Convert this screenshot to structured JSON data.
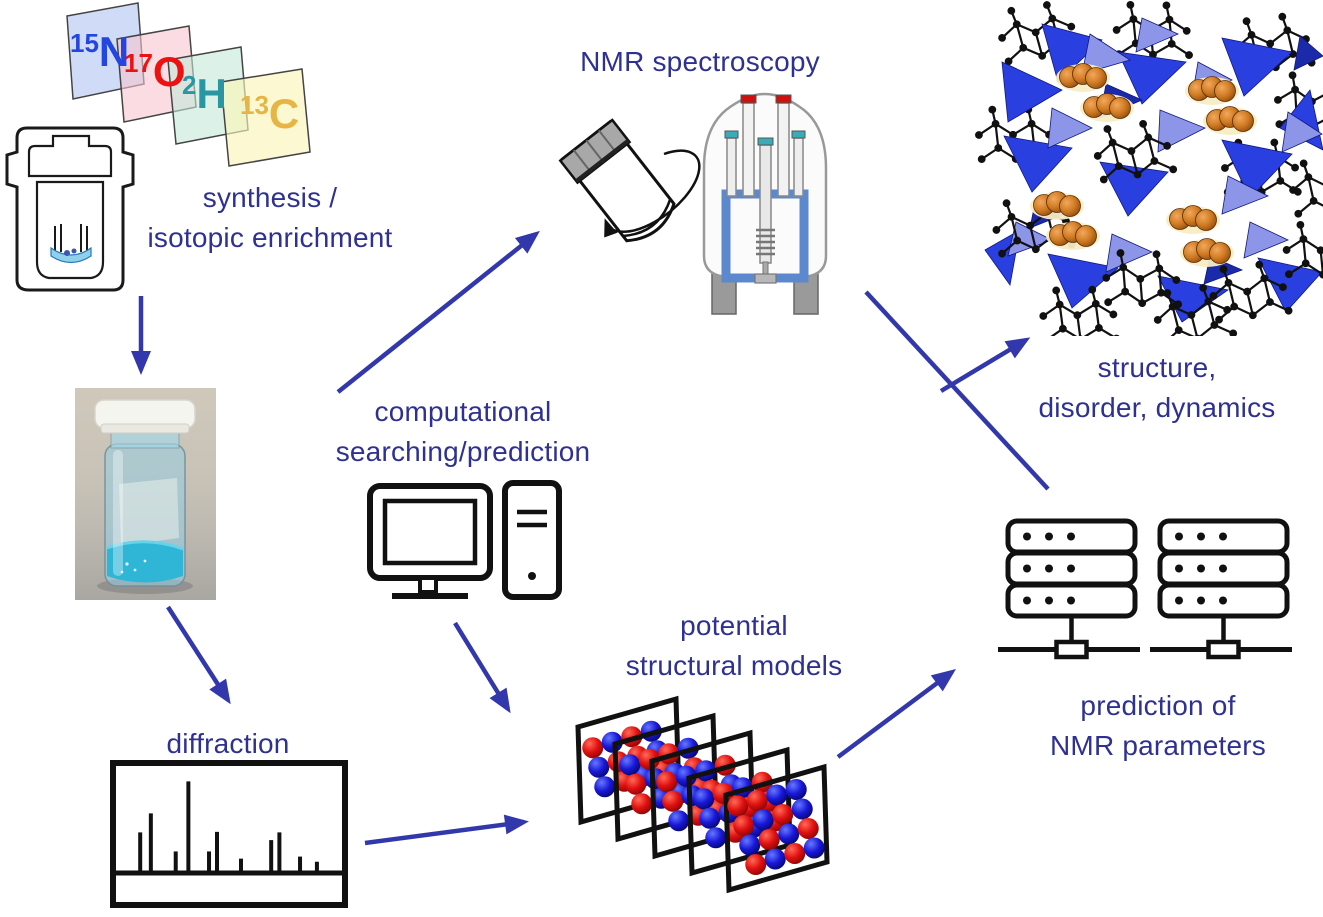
{
  "labels": {
    "synthesis": {
      "line1": "synthesis /",
      "line2": "isotopic enrichment"
    },
    "nmr": {
      "line1": "NMR spectroscopy"
    },
    "computational": {
      "line1": "computational",
      "line2": "searching/prediction"
    },
    "structure": {
      "line1": "structure,",
      "line2": "disorder, dynamics"
    },
    "models": {
      "line1": "potential",
      "line2": "structural models"
    },
    "diffraction": {
      "line1": "diffraction"
    },
    "prediction": {
      "line1": "prediction of",
      "line2": "NMR parameters"
    }
  },
  "isotopes": [
    {
      "sup": "15",
      "symbol": "N",
      "color": "#2345e0"
    },
    {
      "sup": "17",
      "symbol": "O",
      "color": "#ee1111"
    },
    {
      "sup": "2",
      "symbol": "H",
      "color": "#2a96a3"
    },
    {
      "sup": "13",
      "symbol": "C",
      "color": "#e6b546"
    }
  ],
  "colors": {
    "label_text": "#2e3192",
    "arrow": "#3238ac",
    "powder": "#35bcd9",
    "crystal_blue": "#2a3fe0",
    "crystal_periwinkle": "#8d95e8",
    "sphere_red": "#e01010",
    "sphere_blue": "#1818d8"
  },
  "icons": [
    "furnace-icon",
    "sample-vial-photo",
    "rotor-icon",
    "nmr-magnet-icon",
    "computer-icon",
    "diffraction-pattern-icon",
    "structural-models-icon",
    "server-icon",
    "crystal-structure-image"
  ],
  "diffraction_peaks": [
    {
      "x": 0.1,
      "h": 0.375
    },
    {
      "x": 0.148,
      "h": 0.56
    },
    {
      "x": 0.26,
      "h": 0.19
    },
    {
      "x": 0.317,
      "h": 0.87
    },
    {
      "x": 0.41,
      "h": 0.19
    },
    {
      "x": 0.446,
      "h": 0.38
    },
    {
      "x": 0.554,
      "h": 0.12
    },
    {
      "x": 0.69,
      "h": 0.3
    },
    {
      "x": 0.727,
      "h": 0.375
    },
    {
      "x": 0.82,
      "h": 0.14
    },
    {
      "x": 0.896,
      "h": 0.09
    }
  ],
  "models_graphic": {
    "frame_count": 5,
    "patterns": [
      "RBRBBRRBBRBR",
      "BRRBRBBRRBBR",
      "RBBRRBRBBRRB",
      "BRBRBBRRBRBR",
      "RRBBRBRBBRBRRBRB"
    ]
  }
}
